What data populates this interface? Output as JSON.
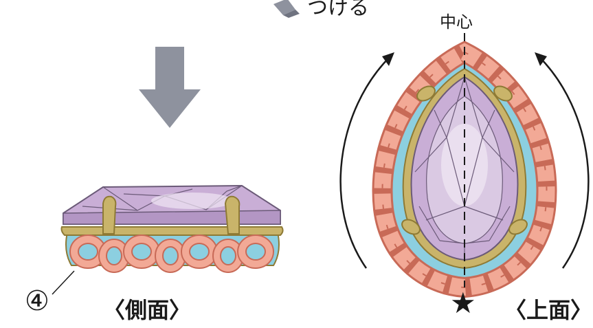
{
  "labels": {
    "apply": "つける",
    "center": "中心",
    "step_number": "④",
    "side_view": "〈側面〉",
    "top_view": "〈上面〉",
    "star": "★"
  },
  "colors": {
    "arrow_gray": "#8e929e",
    "gem_purple": "#c9aed6",
    "gem_light": "#efe6f3",
    "gem_stroke": "#6b5a78",
    "setting_gold": "#c9b46a",
    "setting_gold_dark": "#8e7a35",
    "backing_blue": "#8ccfe0",
    "chain_salmon": "#f2a996",
    "chain_stroke": "#c86a57",
    "line_dark": "#1a1a1a"
  }
}
